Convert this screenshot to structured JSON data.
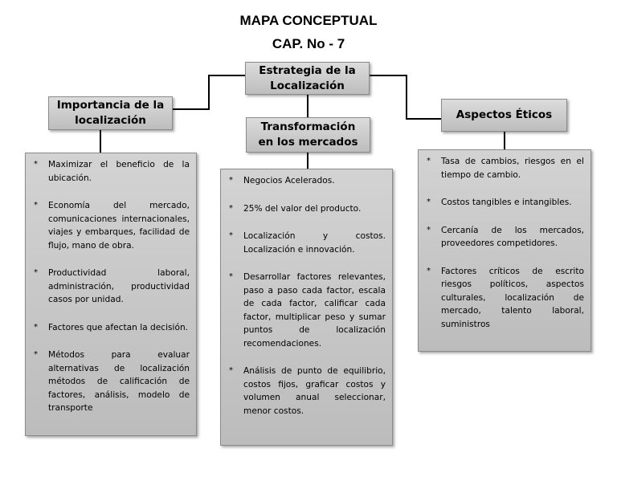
{
  "title": "MAPA CONCEPTUAL",
  "subtitle": "CAP. No - 7",
  "root": {
    "label": "Estrategia de la Localización"
  },
  "bullet_symbol": "*",
  "branches": [
    {
      "label": "Importancia de la localización",
      "items": [
        "Maximizar el beneficio de la ubicación.",
        "Economía del mercado, comunicaciones internacionales, viajes y embarques, facilidad de flujo, mano de obra.",
        "Productividad laboral, administración, productividad casos por unidad.",
        "Factores que afectan la decisión.",
        "Métodos para evaluar alternativas de localización métodos de calificación de factores, análisis, modelo de transporte"
      ]
    },
    {
      "label": "Transformación en los mercados",
      "items": [
        "Negocios Acelerados.",
        "25% del valor del producto.",
        "Localización y costos. Localización e innovación.",
        "Desarrollar factores relevantes, paso a paso cada factor, escala de cada factor, calificar cada factor, multiplicar peso y sumar puntos de localización recomendaciones.",
        "Análisis de punto de equilibrio, costos fijos, graficar costos y volumen anual seleccionar, menor costos."
      ]
    },
    {
      "label": "Aspectos Éticos",
      "items": [
        "Tasa de cambios, riesgos en el tiempo de cambio.",
        "Costos tangibles e intangibles.",
        "Cercanía de los mercados, proveedores competidores.",
        "Factores críticos de escrito riesgos políticos, aspectos culturales, localización de mercado, talento laboral, suministros"
      ]
    }
  ]
}
